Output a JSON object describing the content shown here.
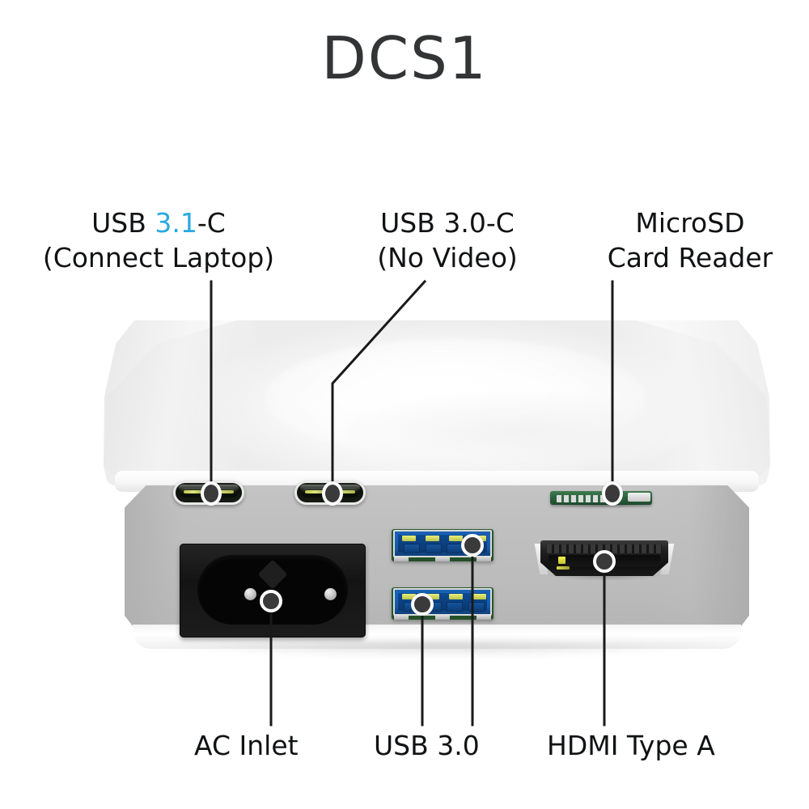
{
  "title": "DCS1",
  "colors": {
    "accent_blue": "#29a9e1",
    "text": "#111214",
    "title": "#333436",
    "device_face": "#bbbbbb",
    "device_shell": "#ffffff",
    "usb3_blue": "#1464bd",
    "microsd_green": "#2c6340"
  },
  "callouts": {
    "usb31c": {
      "line1_prefix": "USB ",
      "line1_accent": "3.1",
      "line1_suffix": "-C",
      "line2": "(Connect Laptop)"
    },
    "usb30c": {
      "line1": "USB 3.0-C",
      "line2": "(No Video)"
    },
    "microsd": {
      "line1": "MicroSD",
      "line2": "Card Reader"
    },
    "ac_inlet": {
      "label": "AC Inlet"
    },
    "usb30": {
      "label": "USB 3.0"
    },
    "hdmi": {
      "label": "HDMI Type A"
    }
  },
  "ports": [
    {
      "id": "usbc-1",
      "name": "USB 3.1 Type-C port",
      "type": "usb-c"
    },
    {
      "id": "usbc-2",
      "name": "USB 3.0 Type-C port",
      "type": "usb-c"
    },
    {
      "id": "microsd",
      "name": "MicroSD card slot",
      "type": "microsd"
    },
    {
      "id": "ac-inlet",
      "name": "AC power inlet (C8)",
      "type": "ac"
    },
    {
      "id": "usb3-a",
      "name": "USB 3.0 Type-A upper",
      "type": "usb-a"
    },
    {
      "id": "usb3-b",
      "name": "USB 3.0 Type-A lower",
      "type": "usb-a"
    },
    {
      "id": "hdmi",
      "name": "HDMI Type A port",
      "type": "hdmi"
    }
  ]
}
